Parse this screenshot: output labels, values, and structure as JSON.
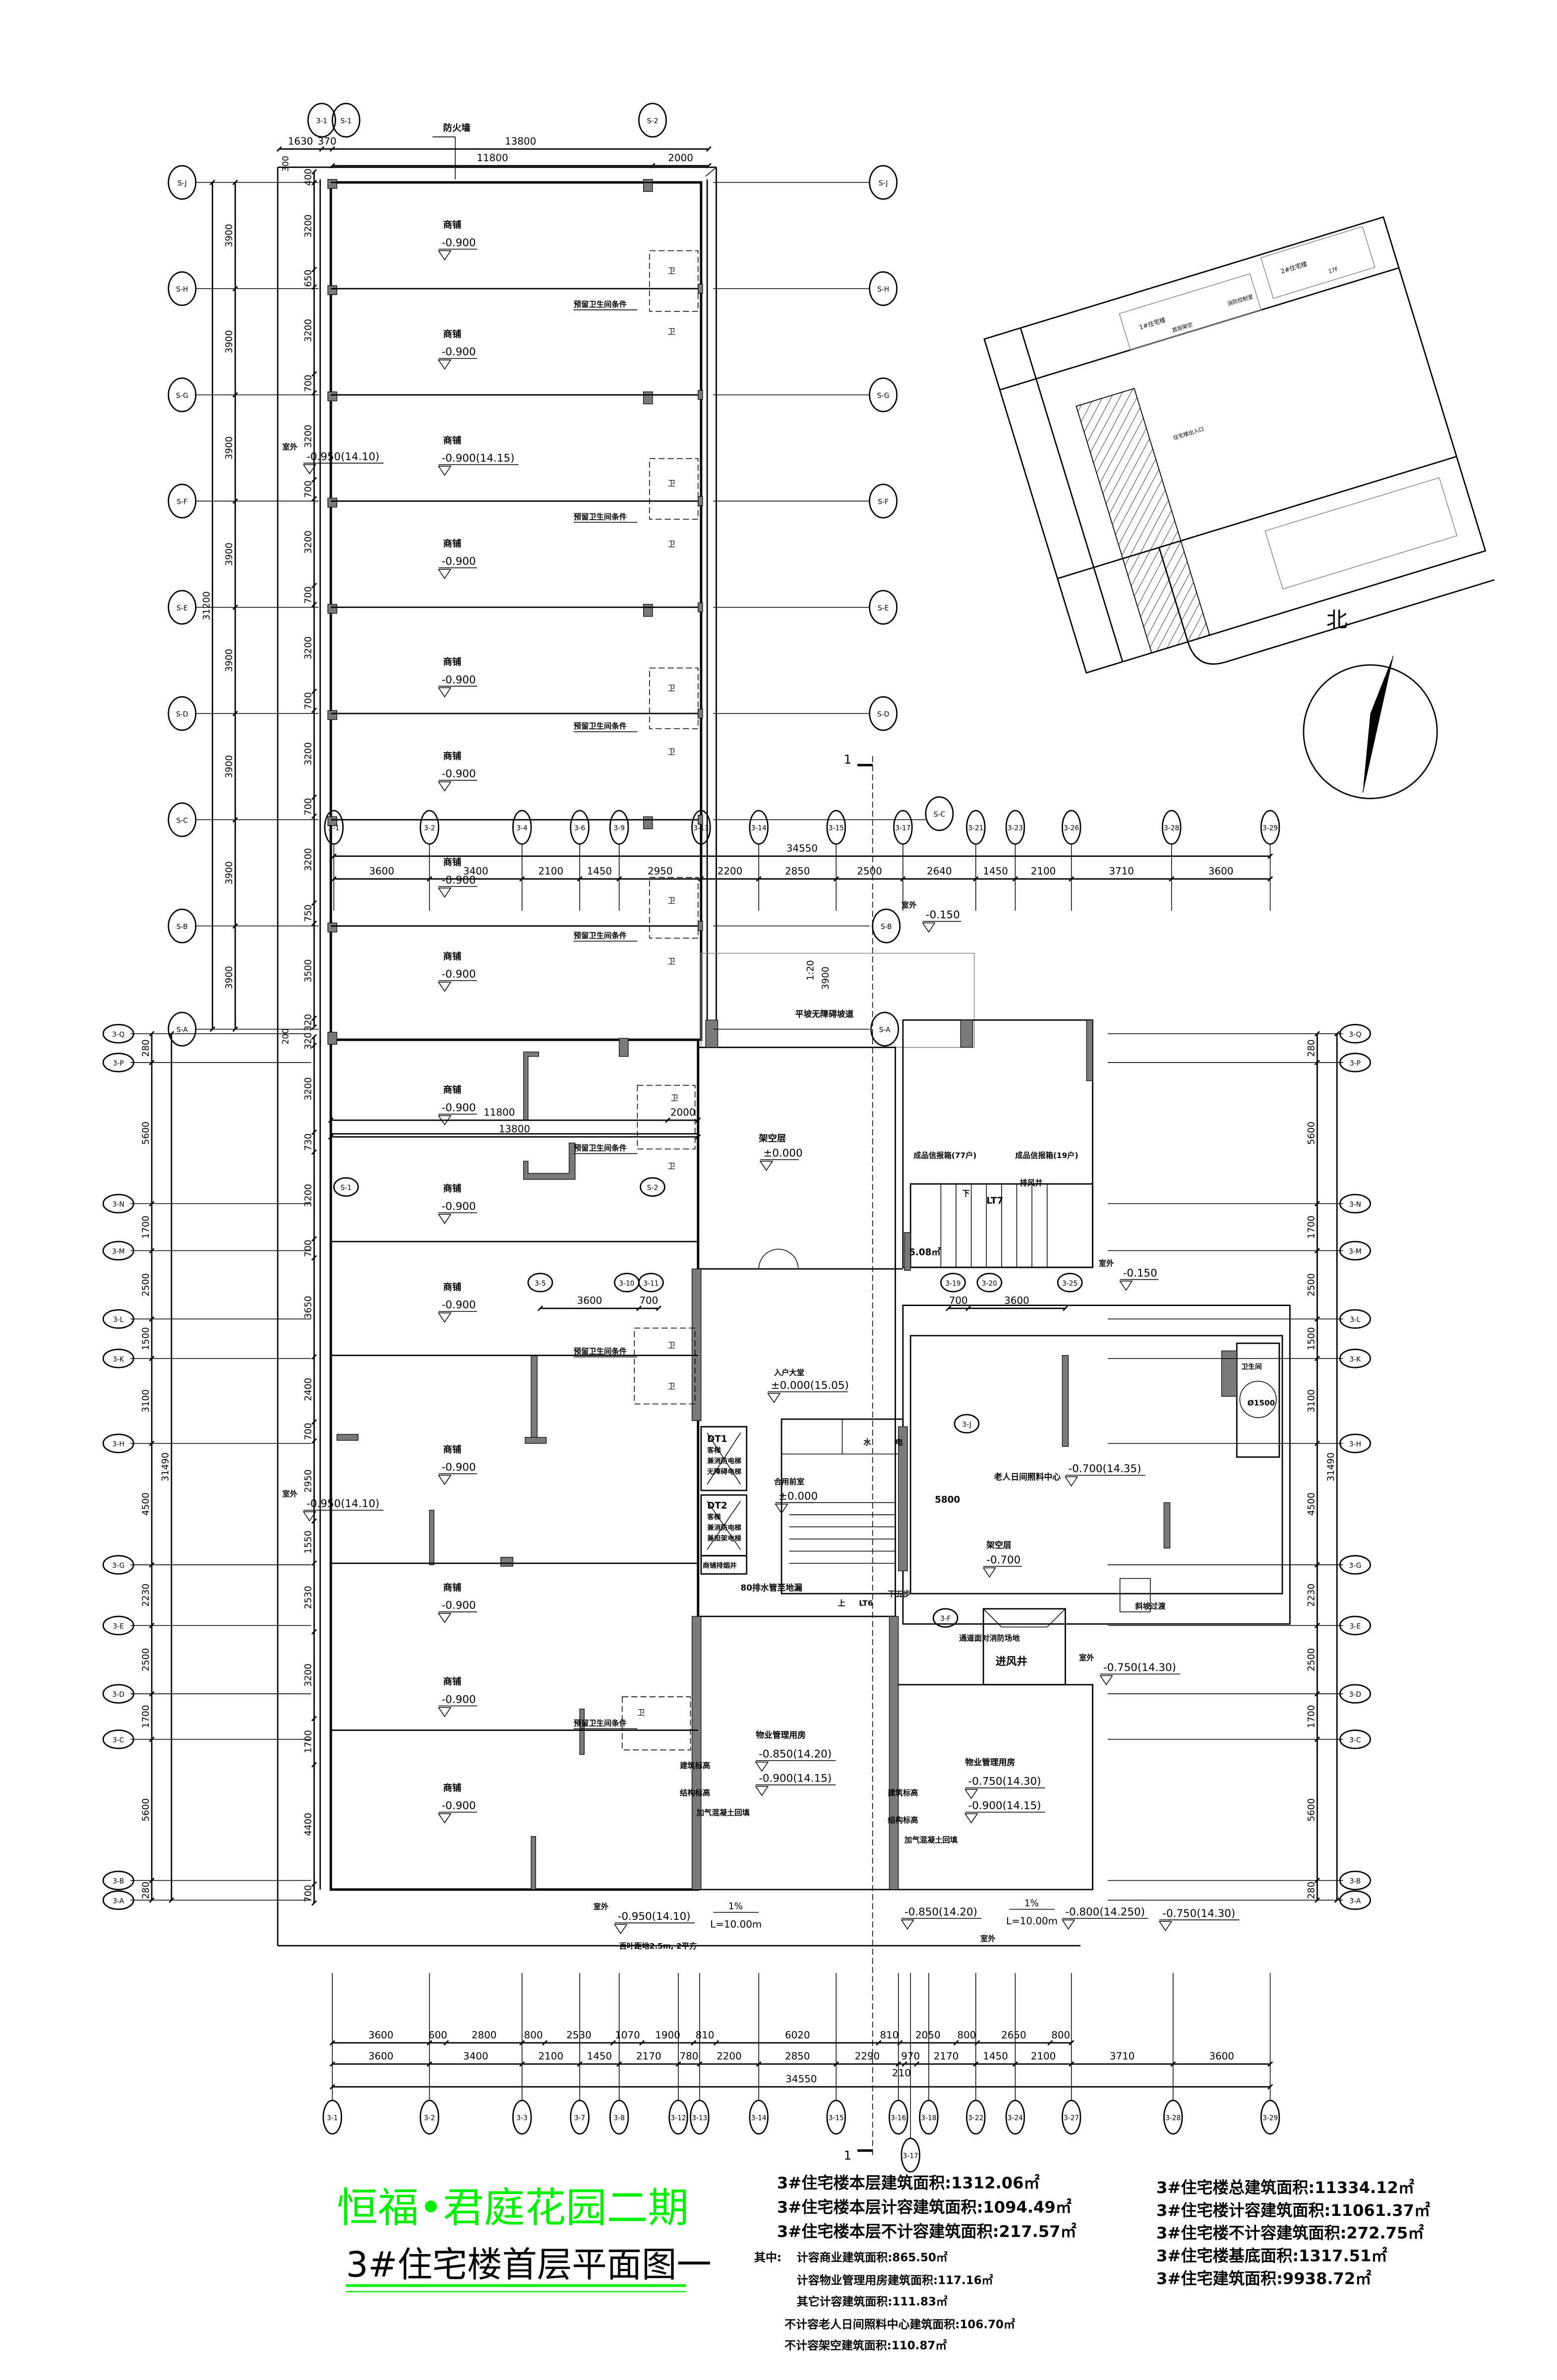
{
  "title": {
    "project": "恒福•君庭花园二期",
    "drawing": "3#住宅楼首层平面图一"
  },
  "colors": {
    "title_green": "#00ee00",
    "wall_fill": "#7a7a7a",
    "line": "#000000"
  },
  "areas": {
    "left": [
      "3#住宅楼本层建筑面积:1312.06㎡",
      "3#住宅楼本层计容建筑面积:1094.49㎡",
      "3#住宅楼本层不计容建筑面积:217.57㎡"
    ],
    "breakdown_label": "其中:",
    "breakdown": [
      "计容商业建筑面积:865.50㎡",
      "计容物业管理用房建筑面积:117.16㎡",
      "其它计容建筑面积:111.83㎡",
      "不计容老人日间照料中心建筑面积:106.70㎡",
      "不计容架空建筑面积:110.87㎡"
    ],
    "right": [
      "3#住宅楼总建筑面积:11334.12㎡",
      "3#住宅楼计容建筑面积:11061.37㎡",
      "3#住宅楼不计容建筑面积:272.75㎡",
      "3#住宅楼基底面积:1317.51㎡",
      "3#住宅建筑面积:9938.72㎡"
    ]
  },
  "north_label": "北",
  "section_mark": "1",
  "site_plan": {
    "labels": [
      "1#住宅楼",
      "2#住宅楼",
      "首层架空",
      "消防控制室",
      "住宅楼出入口",
      "17F"
    ]
  },
  "shops": [
    {
      "name": "商铺",
      "elevation": "-0.900"
    },
    {
      "name": "商铺",
      "elevation": "-0.900"
    },
    {
      "name": "商铺",
      "elevation": "-0.900(14.15)"
    },
    {
      "name": "商铺",
      "elevation": "-0.900"
    },
    {
      "name": "商铺",
      "elevation": "-0.900"
    },
    {
      "name": "商铺",
      "elevation": "-0.900"
    },
    {
      "name": "商铺",
      "elevation": "-0.900"
    },
    {
      "name": "商铺",
      "elevation": "-0.900"
    },
    {
      "name": "商铺",
      "elevation": "-0.900"
    },
    {
      "name": "商铺",
      "elevation": "-0.900"
    },
    {
      "name": "商铺",
      "elevation": "-0.900"
    },
    {
      "name": "商铺",
      "elevation": "-0.900"
    },
    {
      "name": "商铺",
      "elevation": "-0.900"
    },
    {
      "name": "商铺",
      "elevation": "-0.900"
    },
    {
      "name": "商铺",
      "elevation": "-0.900"
    }
  ],
  "rooms": {
    "void_upper": {
      "name": "架空层",
      "elevation": "±0.000"
    },
    "lobby": {
      "name": "入户大堂",
      "elevation": "±0.000(15.05)"
    },
    "anteroom": {
      "name": "合用前室",
      "elevation": "±0.000"
    },
    "elderly_center": {
      "name": "老人日间照料中心",
      "elevation": "-0.700(14.35)"
    },
    "void_lower": {
      "name": "架空层",
      "elevation": "-0.700"
    },
    "property_left": {
      "name": "物业管理用房",
      "arch_label": "建筑标高",
      "arch": "-0.850(14.20)",
      "struct_label": "结构标高",
      "struct": "-0.900(14.15)",
      "note": "加气混凝土回填"
    },
    "property_right": {
      "name": "物业管理用房",
      "arch_label": "建筑标高",
      "arch": "-0.750(14.30)",
      "struct_label": "结构标高",
      "struct": "-0.900(14.15)",
      "note": "加气混凝土回填"
    }
  },
  "labels": {
    "fire_wall": "防火墙",
    "reserved_wc": "预留卫生间条件",
    "wc": "卫",
    "mailbox_77": "成品信报箱(77户)",
    "mailbox_19": "成品信报箱(19户)",
    "exhaust_shaft": "排风井",
    "lt7": "LT7",
    "lt6": "LT6",
    "down": "下",
    "up": "上",
    "down_five": "下五步",
    "area_508": "5.08㎡",
    "dt1": [
      "DT1",
      "客梯",
      "兼消防电梯",
      "无障碍电梯"
    ],
    "dt2": [
      "DT2",
      "客梯",
      "兼消防电梯",
      "兼担架电梯"
    ],
    "smoke_shaft": "商铺排烟井",
    "drain": "80排水管至地漏",
    "water": "水",
    "electric": "电",
    "toilet": "卫生间",
    "diameter": "Ø1500",
    "fire_access": "通道面对消防场地",
    "ramp_transition": "斜坡过渡",
    "air_intake": "进风井",
    "ramp": "平坡无障碍坡道",
    "ramp_ratio": "1:20",
    "ramp_len": "3900",
    "louver": "百叶距地2.5m, 2平方",
    "dim_5800": "5800",
    "outdoor": "室外",
    "slope": "1%",
    "slope_len": "L=10.00m",
    "elev_outdoor_a": "-0.150",
    "elev_outdoor_b": "-0.150",
    "elev_outdoor_c": "-0.750(14.30)",
    "elev_outdoor_d": "-0.750(14.30)",
    "elev_outdoor_e": "-0.950(14.10)",
    "elev_outdoor_left1": "-0.950(14.10)",
    "elev_outdoor_left2": "-0.950(14.10)",
    "elev_f": "-0.850(14.20)",
    "elev_g": "-0.800(14.250)"
  },
  "axes": {
    "upper_rows": [
      "S-J",
      "S-H",
      "S-G",
      "S-F",
      "S-E",
      "S-D",
      "S-C",
      "S-B",
      "S-A"
    ],
    "top_cols": [
      "3-1",
      "S-1",
      "S-2"
    ],
    "lower_rows": [
      "3-Q",
      "3-P",
      "3-N",
      "3-M",
      "3-L",
      "3-K",
      "3-H",
      "3-G",
      "3-E",
      "3-D",
      "3-C",
      "3-B",
      "3-A"
    ],
    "middle_cols": [
      "3-1",
      "3-2",
      "3-4",
      "3-6",
      "3-9",
      "3-13",
      "3-14",
      "3-15",
      "3-17",
      "3-21",
      "3-23",
      "3-26",
      "3-28",
      "3-29"
    ],
    "bottom_cols": [
      "3-1",
      "3-2",
      "3-3",
      "3-7",
      "3-8",
      "3-12",
      "3-13",
      "3-14",
      "3-15",
      "3-16",
      "3-17",
      "3-18",
      "3-22",
      "3-24",
      "3-27",
      "3-28",
      "3-29"
    ],
    "inner": [
      "S-1",
      "S-2",
      "3-5",
      "3-10",
      "3-11",
      "3-19",
      "3-20",
      "3-25",
      "3-J",
      "3-F",
      "S-C",
      "S-B",
      "S-A"
    ]
  },
  "dimensions": {
    "top_row1": [
      "1630",
      "370",
      "13800"
    ],
    "top_row2": [
      "11800",
      "2000"
    ],
    "top_side": "300",
    "upper_left_total": "31200",
    "upper_left_outer": [
      "3900",
      "3900",
      "3900",
      "3900",
      "3900",
      "3900",
      "3900",
      "3900"
    ],
    "upper_left_inner": [
      "400",
      "3200",
      "650",
      "3200",
      "700",
      "3200",
      "700",
      "3200",
      "700",
      "3200",
      "700",
      "3200",
      "700",
      "3200",
      "750",
      "3500",
      "320"
    ],
    "gap_200": "200",
    "lower_side": [
      "280",
      "5600",
      "1700",
      "2500",
      "1500",
      "3100",
      "4500",
      "2230",
      "2500",
      "1700",
      "5600",
      "280"
    ],
    "lower_side_total": "31490",
    "lower_left_inner": [
      "320",
      "3200",
      "730",
      "3200",
      "700",
      "3650",
      "2400",
      "700",
      "2950",
      "1550",
      "2530",
      "3200",
      "1700",
      "4400",
      "700"
    ],
    "inner_lower": [
      "11800",
      "13800",
      "2000"
    ],
    "inner_shop": [
      "3600",
      "700"
    ],
    "inner_court": [
      "700",
      "3600"
    ],
    "middle_row": [
      "3600",
      "3400",
      "2100",
      "1450",
      "2950",
      "2200",
      "2850",
      "2500",
      "2640",
      "1450",
      "2100",
      "3710",
      "3600"
    ],
    "middle_total": "34550",
    "bottom_row1": [
      "3600",
      "600",
      "2800",
      "800",
      "2530",
      "1070",
      "1900",
      "810",
      "6020",
      "810",
      "2050",
      "800",
      "2650",
      "800"
    ],
    "bottom_row2": [
      "3600",
      "3400",
      "2100",
      "1450",
      "2170",
      "780",
      "2200",
      "2850",
      "2290",
      "210",
      "970",
      "2170",
      "1450",
      "2100",
      "3710",
      "3600"
    ],
    "bottom_total": "34550"
  }
}
